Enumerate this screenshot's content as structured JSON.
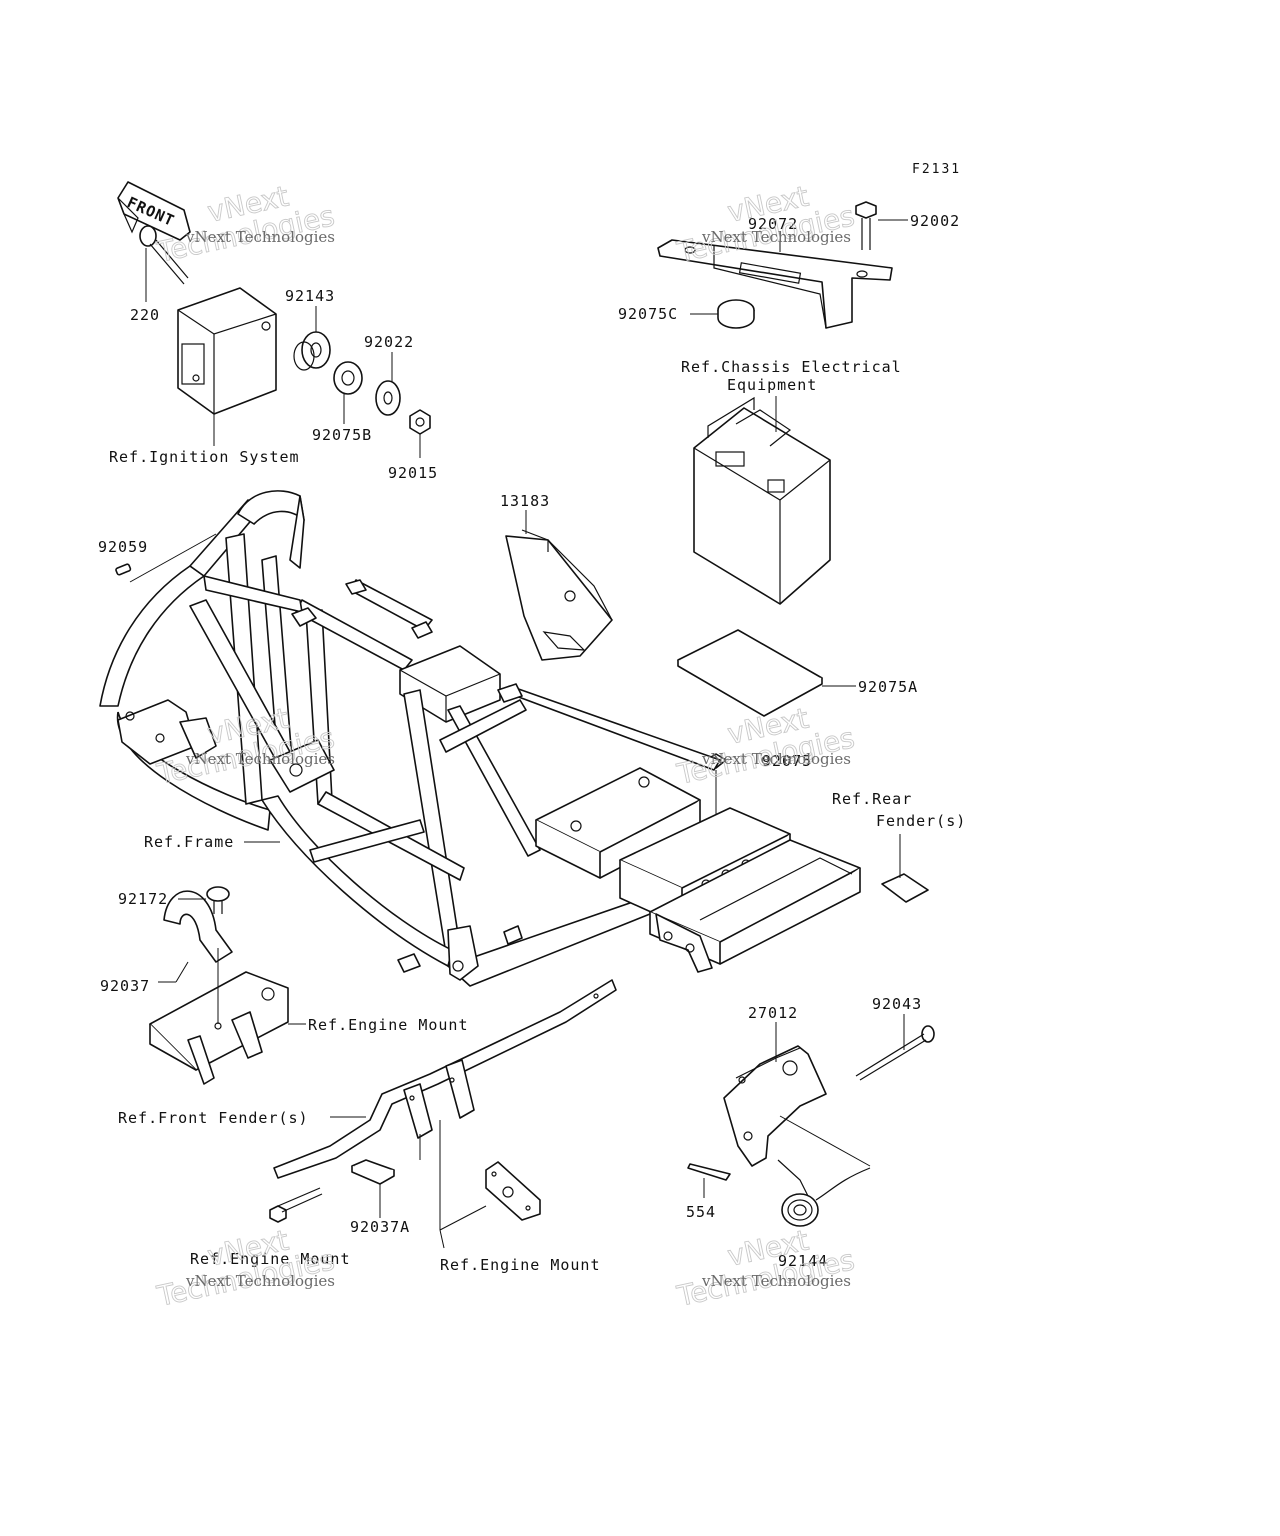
{
  "figure_id": "F2131",
  "front_arrow": "FRONT",
  "parts": {
    "p220": "220",
    "p92143": "92143",
    "p92022": "92022",
    "p92075B": "92075B",
    "p92015": "92015",
    "p92072": "92072",
    "p92002": "92002",
    "p92075C": "92075C",
    "p13183": "13183",
    "p92059": "92059",
    "p92075A": "92075A",
    "p92075": "92075",
    "p92172": "92172",
    "p92037": "92037",
    "p27012": "27012",
    "p92043": "92043",
    "p554": "554",
    "p92144": "92144",
    "p92037A": "92037A"
  },
  "refs": {
    "ignition": "Ref.Ignition System",
    "chassis_1": "Ref.Chassis Electrical",
    "chassis_2": "Equipment",
    "rear_1": "Ref.Rear",
    "rear_2": "Fender(s)",
    "frame": "Ref.Frame",
    "engine_mount_1": "Ref.Engine Mount",
    "front_fender": "Ref.Front Fender(s)",
    "engine_mount_2": "Ref.Engine Mount",
    "engine_mount_3": "Ref.Engine Mount"
  },
  "watermark": {
    "line1": "vNext",
    "line2": "Technologies",
    "small": "vNext Technologies"
  },
  "colors": {
    "ink": "#111111",
    "watermark": "#c9c9c9",
    "background": "#ffffff"
  }
}
